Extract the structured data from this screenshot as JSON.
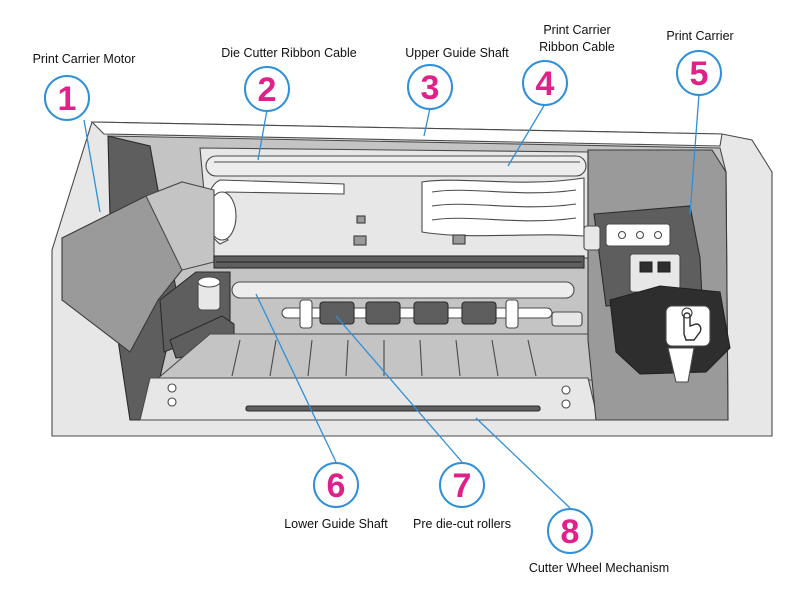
{
  "accent": "#e0218a",
  "callout_ring_color": "#2f8fd8",
  "callouts": [
    {
      "number": "1",
      "label": "Print Carrier Motor"
    },
    {
      "number": "2",
      "label": "Die Cutter Ribbon Cable"
    },
    {
      "number": "3",
      "label": "Upper Guide Shaft"
    },
    {
      "number": "4",
      "label_line1": "Print Carrier",
      "label_line2": "Ribbon Cable"
    },
    {
      "number": "5",
      "label": "Print Carrier"
    },
    {
      "number": "6",
      "label": "Lower Guide Shaft"
    },
    {
      "number": "7",
      "label": "Pre die-cut rollers"
    },
    {
      "number": "8",
      "label": "Cutter Wheel Mechanism"
    }
  ],
  "icons": [
    "hand-touch-icon"
  ]
}
